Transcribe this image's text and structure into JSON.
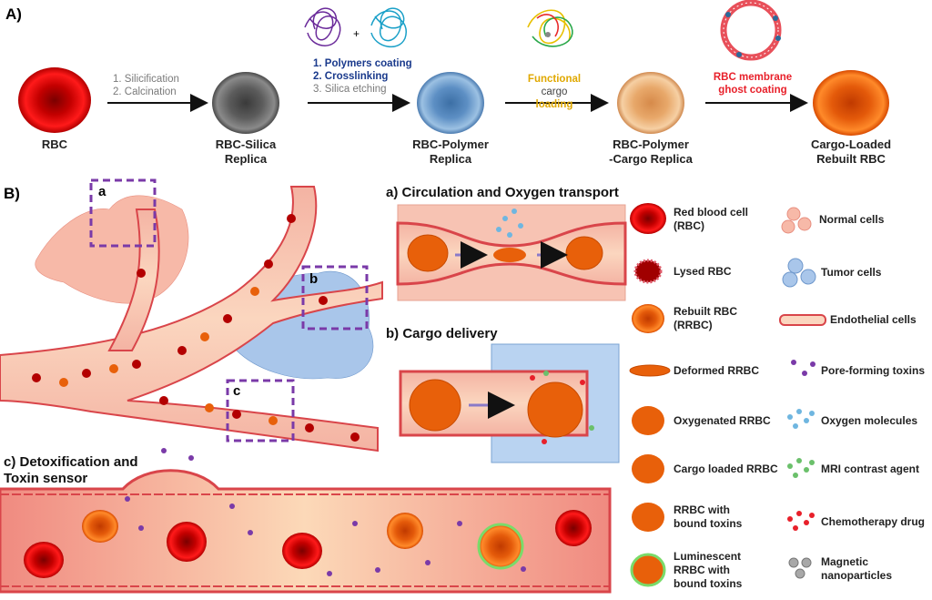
{
  "panelA": {
    "label": "A)",
    "stages": [
      {
        "line1": "RBC",
        "line2": ""
      },
      {
        "line1": "RBC-Silica",
        "line2": "Replica"
      },
      {
        "line1": "RBC-Polymer",
        "line2": "Replica"
      },
      {
        "line1": "RBC-Polymer",
        "line2": "-Cargo Replica"
      },
      {
        "line1": "Cargo-Loaded",
        "line2": "Rebuilt RBC"
      }
    ],
    "step1": {
      "a": "1. Silicification",
      "b": "2. Calcination"
    },
    "step2": {
      "a": "1. Polymers coating",
      "b": "2. Crosslinking",
      "c": "3. Silica etching",
      "plus": "+"
    },
    "step3": {
      "a": "Functional",
      "b": "cargo",
      "c": "loading"
    },
    "step4": {
      "a": "RBC membrane",
      "b": "ghost coating"
    },
    "colors": {
      "navy": "#1a3a8c",
      "gold": "#e0a800",
      "red": "#e8202a"
    }
  },
  "panelB": {
    "label": "B)",
    "boxes": [
      "a",
      "b",
      "c"
    ],
    "subA": "a) Circulation and Oxygen transport",
    "subB": "b) Cargo delivery",
    "subC1": "c) Detoxification and",
    "subC2": "Toxin sensor"
  },
  "legend": {
    "left": [
      {
        "l1": "Red blood cell",
        "l2": "(RBC)"
      },
      {
        "l1": "Lysed RBC",
        "l2": ""
      },
      {
        "l1": "Rebuilt RBC",
        "l2": "(RRBC)"
      },
      {
        "l1": "Deformed RRBC",
        "l2": ""
      },
      {
        "l1": "Oxygenated RRBC",
        "l2": ""
      },
      {
        "l1": "Cargo loaded RRBC",
        "l2": ""
      },
      {
        "l1": "RRBC with",
        "l2": "bound toxins"
      },
      {
        "l1": "Luminescent",
        "l2": "RRBC with",
        "l3": "bound toxins"
      }
    ],
    "right": [
      {
        "l1": "Normal cells",
        "l2": ""
      },
      {
        "l1": "Tumor cells",
        "l2": ""
      },
      {
        "l1": "Endothelial cells",
        "l2": ""
      },
      {
        "l1": "Pore-forming toxins",
        "l2": ""
      },
      {
        "l1": "Oxygen molecules",
        "l2": ""
      },
      {
        "l1": "MRI contrast agent",
        "l2": ""
      },
      {
        "l1": "Chemotherapy drug",
        "l2": ""
      },
      {
        "l1": "Magnetic",
        "l2": "nanoparticles"
      }
    ]
  }
}
